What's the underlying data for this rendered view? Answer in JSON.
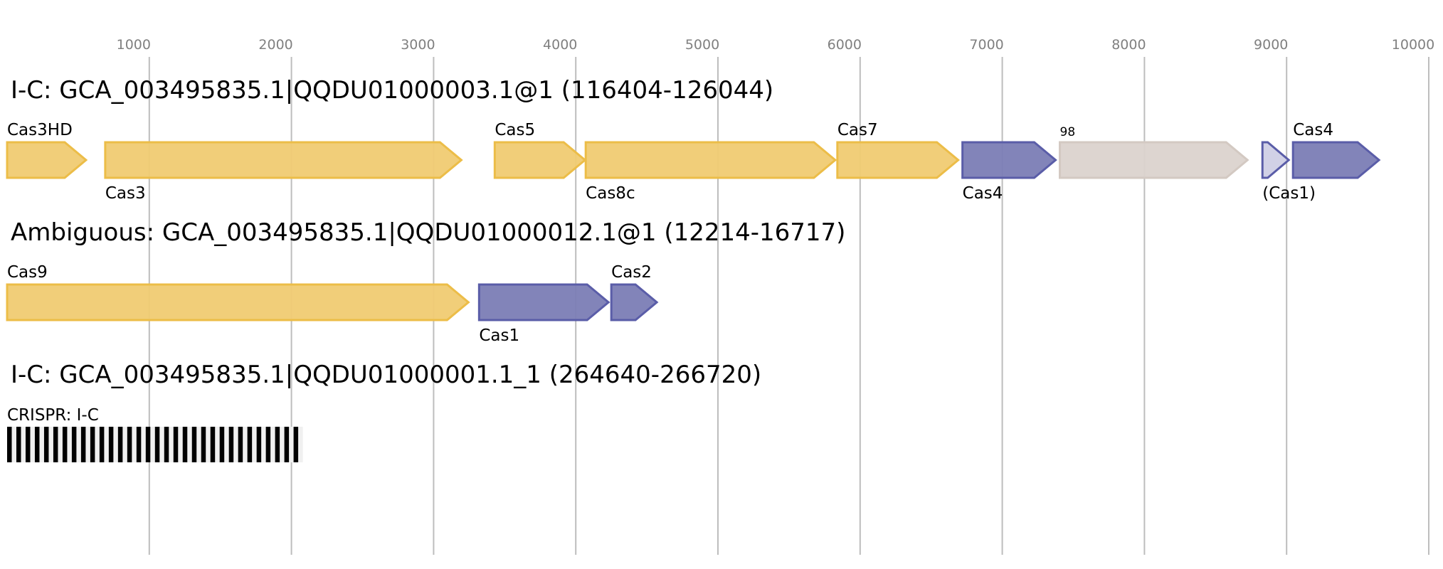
{
  "axis": {
    "unit": "bp",
    "ticks": [
      1000,
      2000,
      3000,
      4000,
      5000,
      6000,
      7000,
      8000,
      9000,
      10000
    ],
    "range": [
      0,
      10000
    ]
  },
  "colors": {
    "core_fill": "#f0cb72",
    "core_stroke": "#ecbd48",
    "adapt_fill": "#7b7db5",
    "adapt_stroke": "#5a5da8",
    "adapt_light_fill": "#cfcfe5",
    "unknown_fill": "#dbd3ce",
    "unknown_stroke": "#d3c9c2",
    "crispr_fill": "#000000",
    "grid": "#bdbdbd",
    "tick_text": "#808080"
  },
  "rows": [
    {
      "title": "I-C: GCA_003495835.1|QQDU01000003.1@1 (116404-126044)",
      "genes": [
        {
          "label": "Cas3HD",
          "start": 0,
          "end": 555,
          "type": "core",
          "label_pos": "above"
        },
        {
          "label": "Cas3",
          "start": 690,
          "end": 3195,
          "type": "core",
          "label_pos": "below"
        },
        {
          "label": "Cas5",
          "start": 3430,
          "end": 4065,
          "type": "core",
          "label_pos": "above"
        },
        {
          "label": "Cas8c",
          "start": 4070,
          "end": 5825,
          "type": "core",
          "label_pos": "below"
        },
        {
          "label": "Cas7",
          "start": 5840,
          "end": 6690,
          "type": "core",
          "label_pos": "above"
        },
        {
          "label": "Cas4",
          "start": 6720,
          "end": 7375,
          "type": "adapt",
          "label_pos": "below"
        },
        {
          "label": "98",
          "start": 7405,
          "end": 8725,
          "type": "unknown",
          "label_pos": "above",
          "small": true
        },
        {
          "label": "(Cas1)",
          "start": 8830,
          "end": 9015,
          "type": "adapt_light",
          "label_pos": "below"
        },
        {
          "label": "Cas4",
          "start": 9045,
          "end": 9650,
          "type": "adapt",
          "label_pos": "above"
        }
      ]
    },
    {
      "title": "Ambiguous: GCA_003495835.1|QQDU01000012.1@1 (12214-16717)",
      "genes": [
        {
          "label": "Cas9",
          "start": 0,
          "end": 3245,
          "type": "core",
          "label_pos": "above"
        },
        {
          "label": "Cas1",
          "start": 3320,
          "end": 4230,
          "type": "adapt",
          "label_pos": "below"
        },
        {
          "label": "Cas2",
          "start": 4250,
          "end": 4570,
          "type": "adapt",
          "label_pos": "above"
        }
      ]
    },
    {
      "title": "I-C: GCA_003495835.1|QQDU01000001.1_1 (264640-266720)",
      "crispr": {
        "label": "CRISPR: I-C",
        "start": 0,
        "end": 2080,
        "repeats": 32
      }
    }
  ]
}
